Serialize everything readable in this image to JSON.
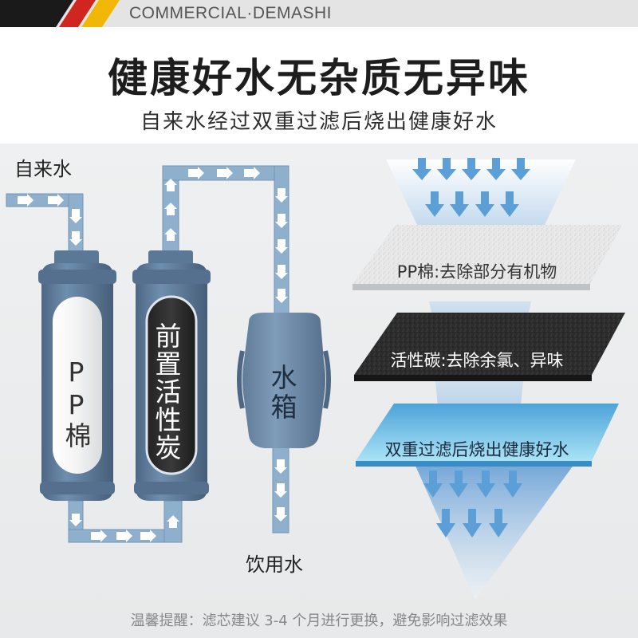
{
  "header": {
    "brand": "COMMERCIAL·DEMASHI",
    "stripe_colors": [
      "#1a1a1a",
      "#d1261f",
      "#f2b705"
    ]
  },
  "title": "健康好水无杂质无异味",
  "subtitle": "自来水经过双重过滤后烧出健康好水",
  "diagram": {
    "inlet_label": "自来水",
    "outlet_label": "饮用水",
    "filter_pp": "PP棉",
    "filter_carbon": "前置活性炭",
    "tank": "水箱",
    "filter_color": "#5e7b99",
    "pipe_color": "#8fb0cc"
  },
  "layers": {
    "pp": "PP棉:去除部分有机物",
    "carbon": "活性碳:去除余氯、异味",
    "result": "双重过滤后烧出健康好水"
  },
  "tip": "温馨提醒：滤芯建议 3-4 个月进行更换，避免影响过滤效果"
}
